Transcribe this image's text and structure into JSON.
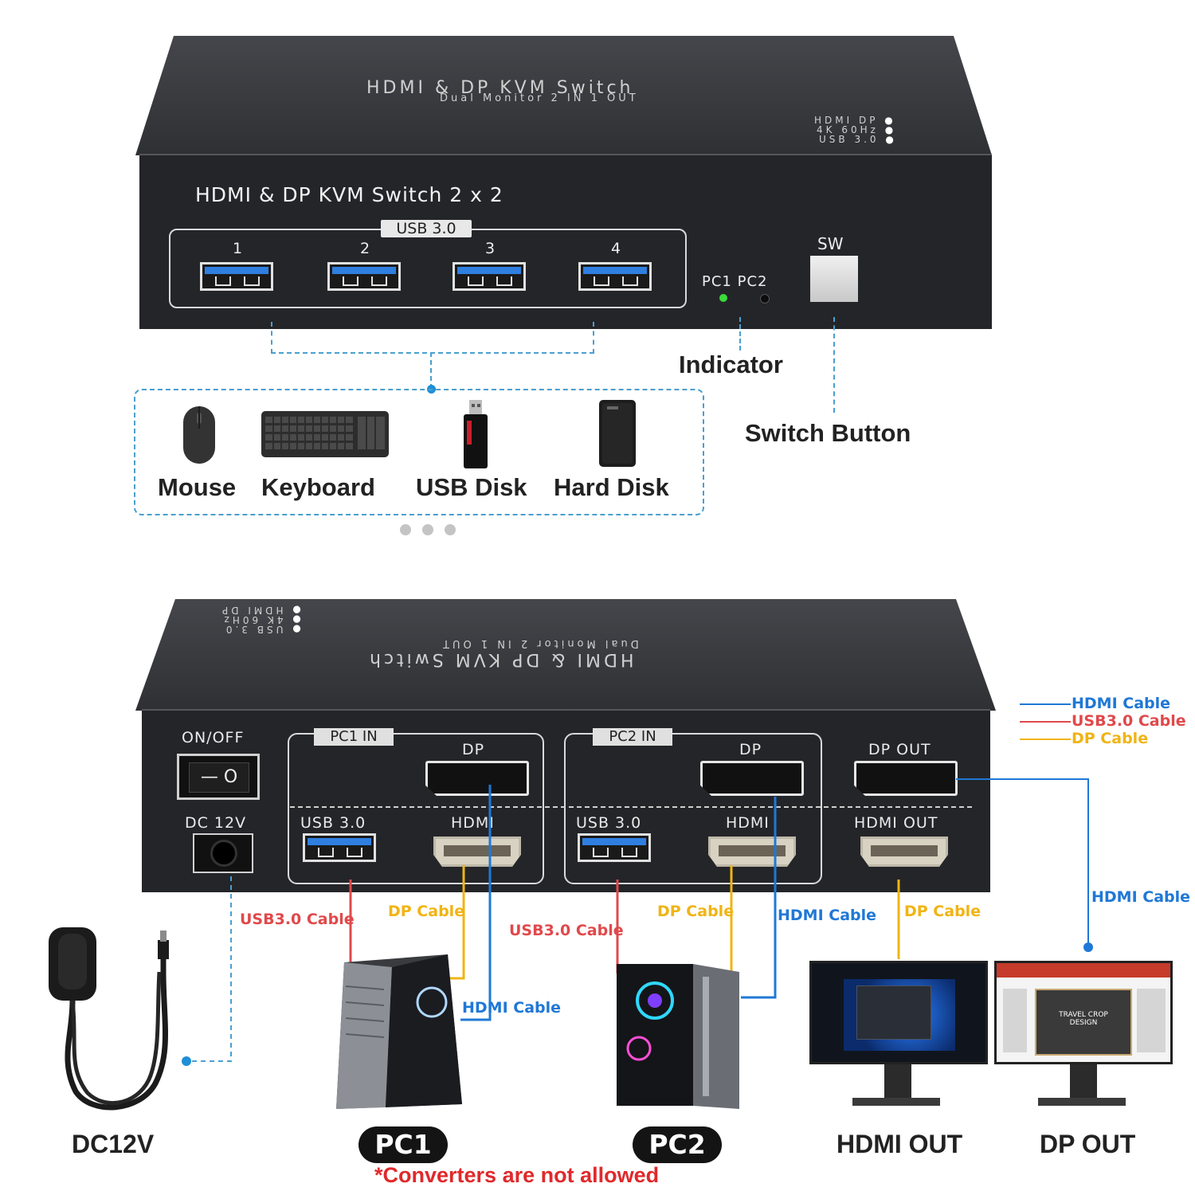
{
  "top_device": {
    "top_title": "HDMI & DP KVM Switch",
    "top_subtitle": "Dual Monitor 2 IN 1 OUT",
    "spec_lines": [
      "HDMI DP",
      "4K 60Hz",
      "USB 3.0"
    ],
    "front_title": "HDMI & DP KVM Switch 2 x 2",
    "usb_tag": "USB 3.0",
    "port_numbers": [
      "1",
      "2",
      "3",
      "4"
    ],
    "pc_labels": "PC1 PC2",
    "sw_label": "SW",
    "indicator_label": "Indicator",
    "switch_button_label": "Switch Button"
  },
  "peripherals": {
    "items": [
      "Mouse",
      "Keyboard",
      "USB Disk",
      "Hard Disk"
    ]
  },
  "back_device": {
    "on_off": "ON/OFF",
    "dc_port": "DC 12V",
    "pc1_in": "PC1 IN",
    "pc2_in": "PC2 IN",
    "dp": "DP",
    "usb30": "USB 3.0",
    "hdmi": "HDMI",
    "dp_out": "DP OUT",
    "hdmi_out": "HDMI OUT"
  },
  "legend": {
    "hdmi": "HDMI Cable",
    "usb": "USB3.0 Cable",
    "dp": "DP Cable",
    "colors": {
      "hdmi": "#1f78d6",
      "usb": "#e0494b",
      "dp": "#f0b414"
    }
  },
  "cables": {
    "usb30": "USB3.0 Cable",
    "dp": "DP Cable",
    "hdmi": "HDMI Cable"
  },
  "bottom_labels": {
    "dc12v": "DC12V",
    "pc1": "PC1",
    "pc2": "PC2",
    "hdmi_out": "HDMI OUT",
    "dp_out": "DP OUT",
    "note": "*Converters are not allowed"
  },
  "monitor_text": [
    "TRAVEL CROP",
    "DESIGN"
  ]
}
